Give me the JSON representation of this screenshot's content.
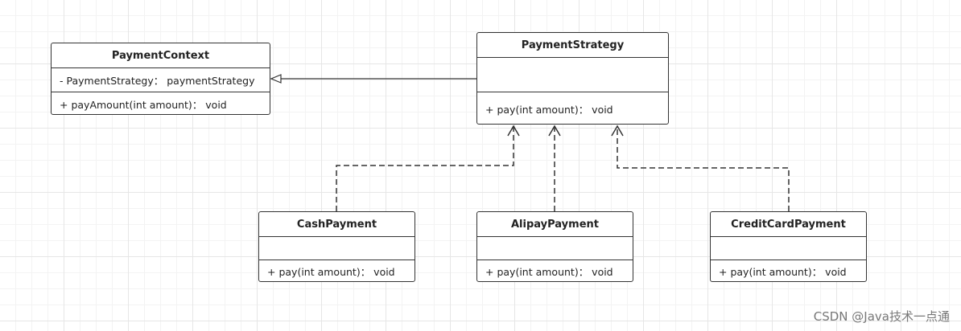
{
  "classes": {
    "context": {
      "name": "PaymentContext",
      "attribute": "- PaymentStrategy： paymentStrategy",
      "method": "+ payAmount(int amount)： void"
    },
    "strategy": {
      "name": "PaymentStrategy",
      "method": "+ pay(int amount)： void"
    },
    "cash": {
      "name": "CashPayment",
      "method": "+ pay(int amount)： void"
    },
    "alipay": {
      "name": "AlipayPayment",
      "method": "+ pay(int amount)： void"
    },
    "credit": {
      "name": "CreditCardPayment",
      "method": "+ pay(int amount)： void"
    }
  },
  "relations": [
    {
      "from": "strategy",
      "to": "context",
      "type": "association"
    },
    {
      "from": "cash",
      "to": "strategy",
      "type": "realization"
    },
    {
      "from": "alipay",
      "to": "strategy",
      "type": "realization"
    },
    {
      "from": "credit",
      "to": "strategy",
      "type": "realization"
    }
  ],
  "watermark": "CSDN @Java技术一点通"
}
